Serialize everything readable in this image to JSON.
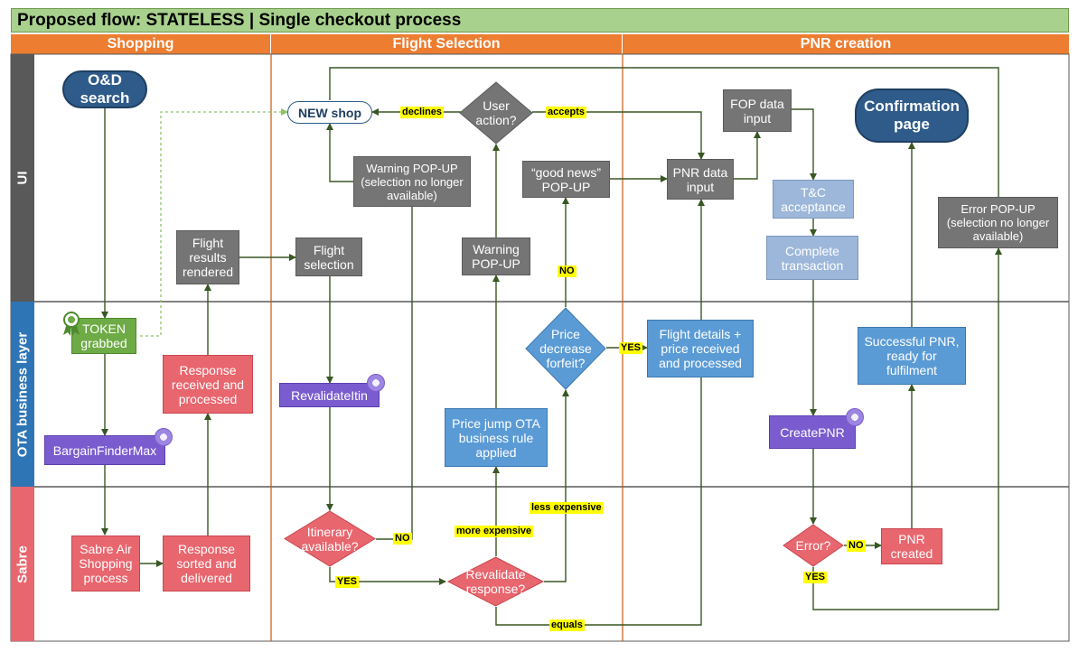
{
  "title": "Proposed flow: STATELESS | Single checkout process",
  "columns": {
    "shopping": "Shopping",
    "flight_selection": "Flight Selection",
    "pnr_creation": "PNR creation"
  },
  "lanes": {
    "ui": "UI",
    "ota": "OTA business layer",
    "sabre": "Sabre"
  },
  "colors": {
    "header_green": "#a9d18e",
    "header_orange": "#ed7d31",
    "lane_ui": "#595959",
    "lane_ota": "#2e75b6",
    "lane_sabre": "#e8666e",
    "connector": "#385723"
  },
  "nodes": {
    "od_search": "O&D\nsearch",
    "token_grabbed": "TOKEN\ngrabbed",
    "bargain_finder_max": "BargainFinderMax",
    "sabre_air_shopping": "Sabre Air\nShopping\nprocess",
    "response_sorted": "Response\nsorted and\ndelivered",
    "response_received": "Response\nreceived and\nprocessed",
    "flight_results": "Flight\nresults\nrendered",
    "flight_selection": "Flight\nselection",
    "revalidate_itin": "RevalidateItin",
    "itinerary_available": "Itinerary\navailable?",
    "revalidate_response": "Revalidate\nresponse?",
    "price_jump": "Price jump OTA\nbusiness rule\napplied",
    "warning_popup": "Warning\nPOP-UP",
    "warning_popup_selection": "Warning POP-UP\n(selection no longer\navailable)",
    "new_shop": "NEW shop",
    "user_action": "User\naction?",
    "price_decrease": "Price\ndecrease\nforfeit?",
    "good_news_popup": "“good news”\nPOP-UP",
    "pnr_data_input": "PNR data\ninput",
    "flight_details": "Flight details +\nprice received\nand processed",
    "fop_data_input": "FOP data\ninput",
    "tc_acceptance": "T&C\nacceptance",
    "complete_transaction": "Complete\ntransaction",
    "create_pnr": "CreatePNR",
    "error_decision": "Error?",
    "pnr_created": "PNR\ncreated",
    "successful_pnr": "Successful PNR,\nready for\nfulfilment",
    "confirmation_page": "Confirmation\npage",
    "error_popup": "Error POP-UP\n(selection no longer\navailable)"
  },
  "edge_labels": {
    "declines": "declines",
    "accepts": "accepts",
    "no_itinerary": "NO",
    "yes_itinerary": "YES",
    "more_expensive": "more expensive",
    "less_expensive": "less expensive",
    "equals": "equals",
    "no_price": "NO",
    "yes_price": "YES",
    "no_error": "NO",
    "yes_error": "YES"
  },
  "icons": {
    "token": "ribbon-badge-icon",
    "api": "api-globe-icon"
  }
}
